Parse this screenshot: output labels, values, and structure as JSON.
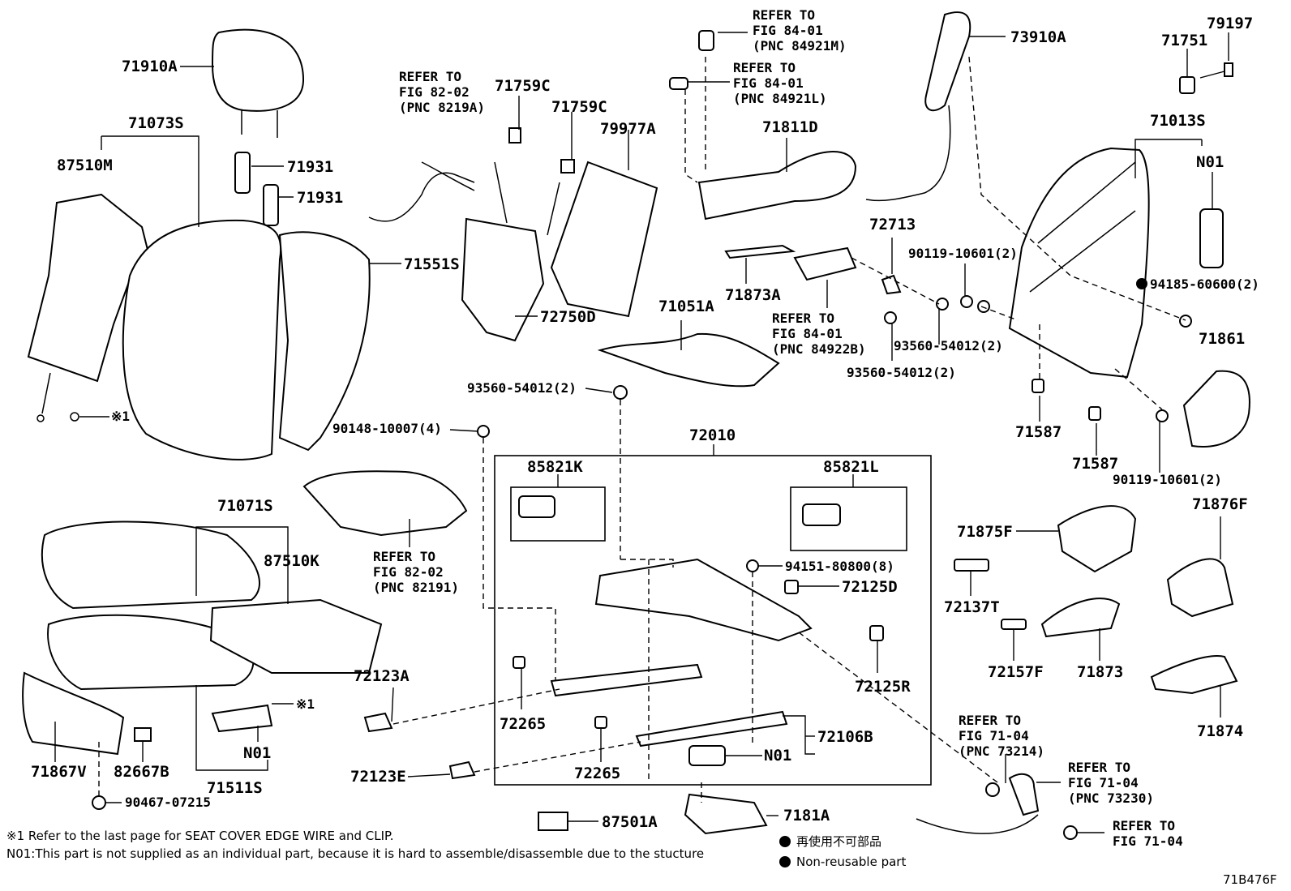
{
  "diagram_id": "71B476F",
  "parts": {
    "p71910A": "71910A",
    "p71073S": "71073S",
    "p87510M": "87510M",
    "p71931a": "71931",
    "p71931b": "71931",
    "p71551S": "71551S",
    "ref82_02_top_1": "REFER TO",
    "ref82_02_top_2": "FIG 82-02",
    "ref82_02_top_3": "(PNC 8219A)",
    "p71759C_a": "71759C",
    "p71759C_b": "71759C",
    "p79977A": "79977A",
    "ref84_M_1": "REFER TO",
    "ref84_M_2": "FIG 84-01",
    "ref84_M_3": "(PNC 84921M)",
    "ref84_L_1": "REFER TO",
    "ref84_L_2": "FIG 84-01",
    "ref84_L_3": "(PNC 84921L)",
    "p71811D": "71811D",
    "p73910A": "73910A",
    "p79197": "79197",
    "p71751": "71751",
    "p71013S": "71013S",
    "pN01_top": "N01",
    "p72750D": "72750D",
    "p72713": "72713",
    "p71873A": "71873A",
    "p90119_a": "90119-10601(2)",
    "p94185": "94185-60600(2)",
    "ref84_B_1": "REFER TO",
    "ref84_B_2": "FIG 84-01",
    "ref84_B_3": "(PNC 84922B)",
    "p93560_a": "93560-54012(2)",
    "p93560_b": "93560-54012(2)",
    "p71051A": "71051A",
    "p71861": "71861",
    "p93560_c": "93560-54012(2)",
    "p90148": "90148-10007(4)",
    "p72010": "72010",
    "p71587_a": "71587",
    "p71587_b": "71587",
    "p90119_b": "90119-10601(2)",
    "note_mark": "※1",
    "p85821K": "85821K",
    "p85821L": "85821L",
    "p71071S": "71071S",
    "p87510K": "87510K",
    "ref82_02_mid_1": "REFER TO",
    "ref82_02_mid_2": "FIG 82-02",
    "ref82_02_mid_3": "(PNC 82191)",
    "p94151": "94151-80800(8)",
    "p72125D": "72125D",
    "p71875F": "71875F",
    "p71876F": "71876F",
    "p72137T": "72137T",
    "p72123A": "72123A",
    "p72125R": "72125R",
    "p72157F": "72157F",
    "p71873": "71873",
    "note_mark2": "※1",
    "pN01_mid": "N01",
    "p72265_a": "72265",
    "p72265_b": "72265",
    "p72106B": "72106B",
    "pN01_bot": "N01",
    "p71874": "71874",
    "p71867V": "71867V",
    "p82667B": "82667B",
    "p71511S": "71511S",
    "p72123E": "72123E",
    "ref71_04_a_1": "REFER TO",
    "ref71_04_a_2": "FIG 71-04",
    "ref71_04_a_3": "(PNC 73214)",
    "ref71_04_b_1": "REFER TO",
    "ref71_04_b_2": "FIG 71-04",
    "ref71_04_b_3": "(PNC 73230)",
    "p90467": "90467-07215",
    "p87501A": "87501A",
    "p7181A": "7181A",
    "ref71_04_c_1": "REFER TO",
    "ref71_04_c_2": "FIG 71-04"
  },
  "footnotes": {
    "note1": "※1 Refer to the last page for SEAT COVER EDGE WIRE and CLIP.",
    "note2": "N01:This part is not supplied as an individual part, because it is hard to assemble/disassemble due to the stucture"
  },
  "legend": {
    "jp": "再使用不可部品",
    "en": "Non-reusable part",
    "symbol_color": "#000000"
  }
}
